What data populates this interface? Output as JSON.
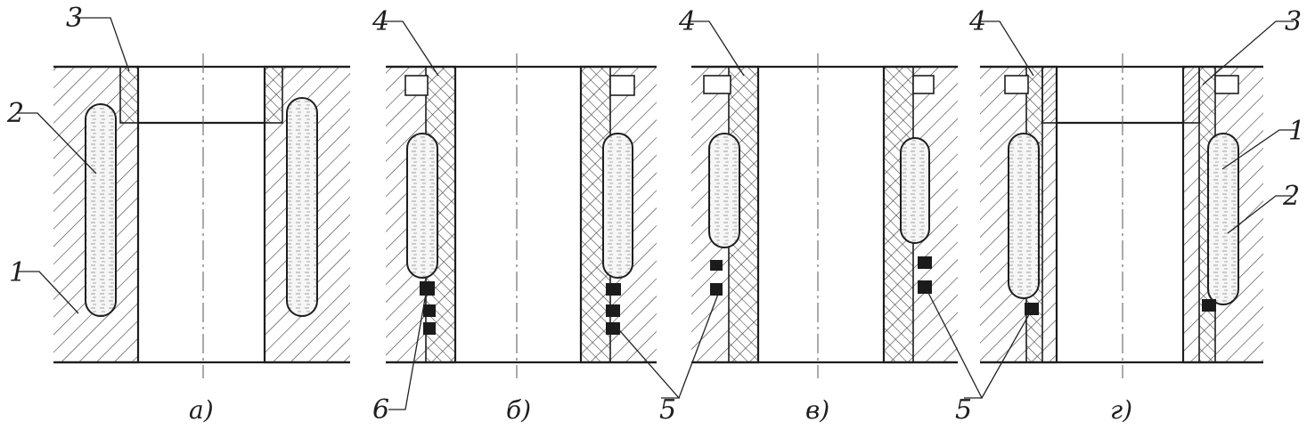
{
  "figure": {
    "panels": [
      {
        "id": "a",
        "caption": "а)"
      },
      {
        "id": "b",
        "caption": "б)"
      },
      {
        "id": "v",
        "caption": "в)"
      },
      {
        "id": "g",
        "caption": "г)"
      }
    ],
    "callouts": {
      "a_1": "1",
      "a_2": "2",
      "a_3": "3",
      "b_4": "4",
      "b_6": "6",
      "bv_5": "5",
      "v_4": "4",
      "g_4": "4",
      "g_3": "3",
      "g_1": "1",
      "g_2": "2",
      "g_5": "5"
    }
  }
}
